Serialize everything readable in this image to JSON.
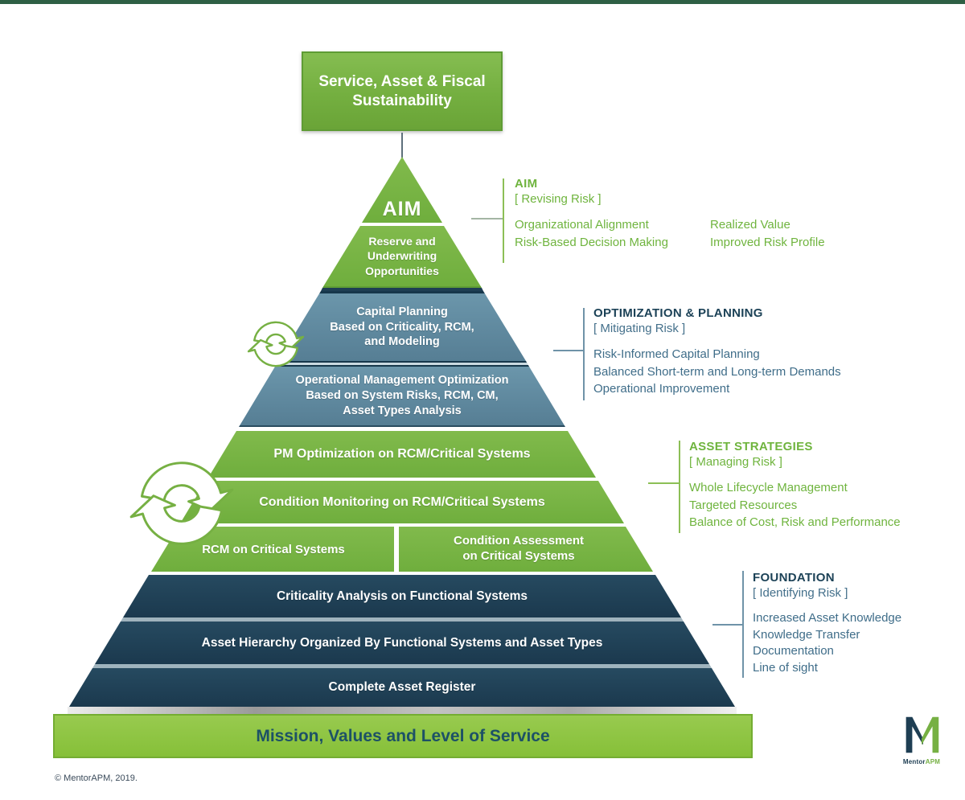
{
  "header": {
    "top_box": "Service, Asset & Fiscal Sustainability"
  },
  "pyramid": {
    "aim": "AIM",
    "reserve_lines": [
      "Reserve and",
      "Underwriting",
      "Opportunities"
    ],
    "capital_lines": [
      "Capital Planning",
      "Based on Criticality, RCM,",
      "and Modeling"
    ],
    "operational_lines": [
      "Operational Management Optimization",
      "Based on System Risks, RCM, CM,",
      "Asset Types Analysis"
    ],
    "pm": "PM Optimization on RCM/Critical Systems",
    "condition_monitoring": "Condition Monitoring on RCM/Critical Systems",
    "rcm": "RCM on Critical Systems",
    "condition_assessment_lines": [
      "Condition Assessment",
      "on Critical Systems"
    ],
    "criticality": "Criticality Analysis on Functional Systems",
    "hierarchy": "Asset Hierarchy Organized By Functional Systems and Asset Types",
    "register": "Complete Asset Register",
    "bottom_bar": "Mission, Values and Level of Service"
  },
  "annotations": {
    "aim": {
      "title": "AIM",
      "risk": "[ Revising Risk ]",
      "col1": [
        "Organizational Alignment",
        "Risk-Based Decision Making"
      ],
      "col2": [
        "Realized Value",
        "Improved Risk Profile"
      ]
    },
    "optimization": {
      "title": "OPTIMIZATION & PLANNING",
      "risk": "[ Mitigating Risk ]",
      "items": [
        "Risk-Informed Capital Planning",
        "Balanced Short-term and Long-term Demands",
        "Operational Improvement"
      ]
    },
    "asset_strategies": {
      "title": "ASSET STRATEGIES",
      "risk": "[ Managing Risk ]",
      "items": [
        "Whole Lifecycle Management",
        "Targeted Resources",
        "Balance of Cost, Risk and Performance"
      ]
    },
    "foundation": {
      "title": "FOUNDATION",
      "risk": "[ Identifying Risk ]",
      "items": [
        "Increased Asset Knowledge",
        "Knowledge Transfer",
        "Documentation",
        "Line of sight"
      ]
    }
  },
  "footer": {
    "copyright": "© MentorAPM, 2019."
  },
  "logo": {
    "part1": "Mentor",
    "part2": "APM"
  },
  "colors": {
    "green": "#76b043",
    "bar_green": "#8bc53f",
    "slate": "#5d8ba1",
    "navy": "#1e3e53",
    "text_green": "#6fb43e",
    "text_navy_heading": "#1c4257",
    "text_navy_body": "#3f6d89"
  }
}
